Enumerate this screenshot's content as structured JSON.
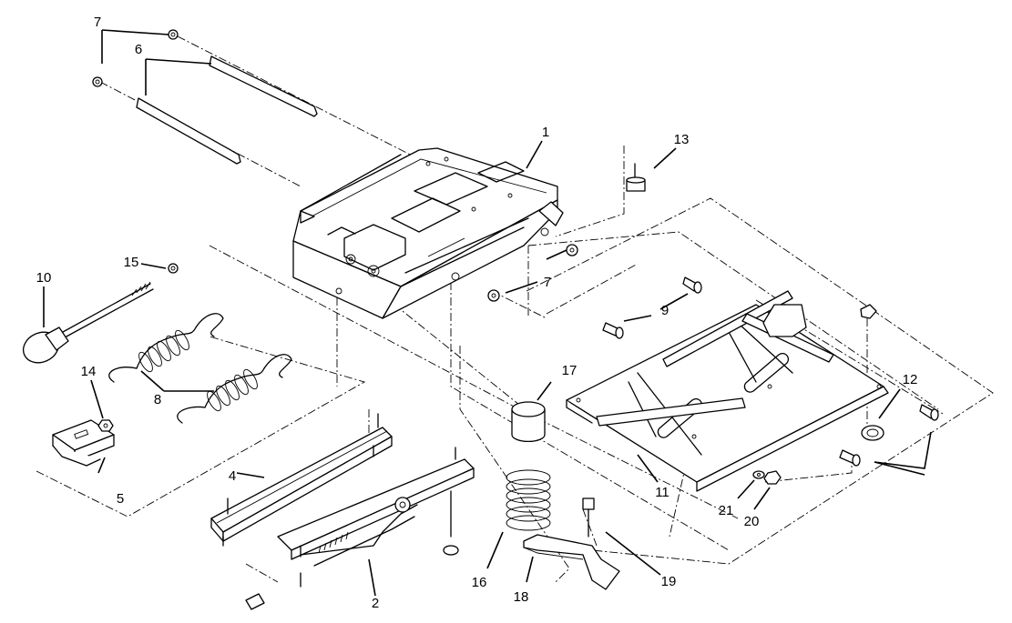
{
  "callouts": [
    {
      "id": "c1",
      "label": "1"
    },
    {
      "id": "c2",
      "label": "2"
    },
    {
      "id": "c4",
      "label": "4"
    },
    {
      "id": "c5",
      "label": "5"
    },
    {
      "id": "c6",
      "label": "6"
    },
    {
      "id": "c7a",
      "label": "7"
    },
    {
      "id": "c7b",
      "label": "7"
    },
    {
      "id": "c8",
      "label": "8"
    },
    {
      "id": "c9",
      "label": "9"
    },
    {
      "id": "c10",
      "label": "10"
    },
    {
      "id": "c11",
      "label": "11"
    },
    {
      "id": "c12",
      "label": "12"
    },
    {
      "id": "c13",
      "label": "13"
    },
    {
      "id": "c14",
      "label": "14"
    },
    {
      "id": "c15",
      "label": "15"
    },
    {
      "id": "c16",
      "label": "16"
    },
    {
      "id": "c17",
      "label": "17"
    },
    {
      "id": "c18",
      "label": "18"
    },
    {
      "id": "c19",
      "label": "19"
    },
    {
      "id": "c20",
      "label": "20"
    },
    {
      "id": "c21",
      "label": "21"
    }
  ]
}
